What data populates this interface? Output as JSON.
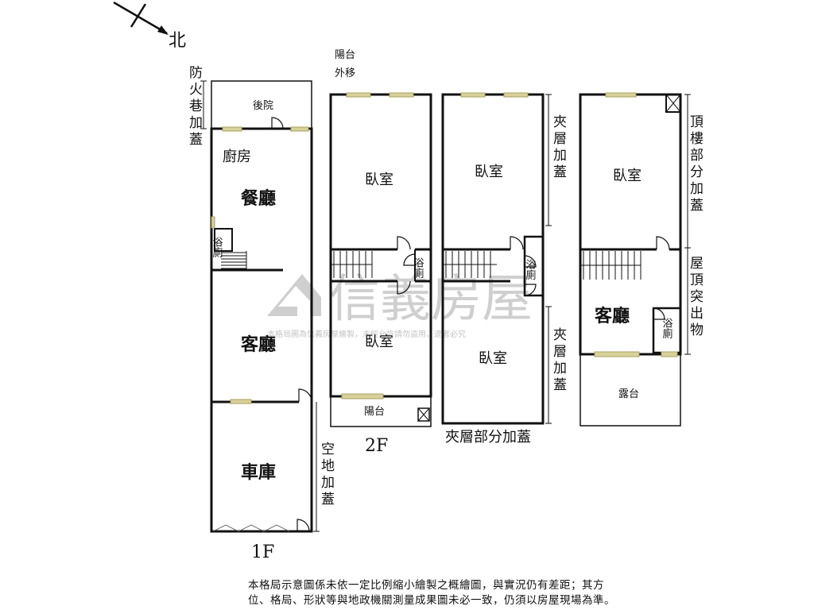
{
  "north": {
    "label": "北"
  },
  "floors": {
    "f1": {
      "title": "1F",
      "rooms": {
        "backyard": "後院",
        "kitchen": "廚房",
        "dining": "餐廳",
        "bath": "浴廁",
        "living": "客廳",
        "garage": "車庫"
      },
      "side_notes": {
        "fire_lane": "防火巷加蓋",
        "open_space": "空地加蓋"
      }
    },
    "f2": {
      "title": "2F",
      "rooms": {
        "bedroom_top": "臥室",
        "bath": "浴廁",
        "bedroom_bottom": "臥室",
        "balcony": "陽台"
      },
      "side_notes": {
        "balcony_moved_line1": "陽台",
        "balcony_moved_line2": "外移"
      }
    },
    "mezzanine": {
      "title": "夾層部分加蓋",
      "rooms": {
        "bedroom_top": "臥室",
        "bath": "浴廁",
        "bedroom_bottom": "臥室"
      },
      "side_notes": {
        "mezz_add_top": "夾層加蓋",
        "mezz_add_bottom": "夾層加蓋"
      }
    },
    "roof": {
      "rooms": {
        "bedroom": "臥室",
        "living": "客廳",
        "bath": "浴廁",
        "terrace": "露台"
      },
      "side_notes": {
        "top_floor_add": "頂樓部分加蓋",
        "roof_protrusion": "屋頂突出物"
      }
    }
  },
  "watermark": {
    "logo": "信義房屋",
    "notice": "本格局圖為信義房屋繪製，未經允許請勿盜用，違者必究"
  },
  "disclaimer": {
    "line1": "本格局示意圖係未依一定比例縮小繪製之概繪圖，與實況仍有差距；其方",
    "line2": "位、格局、形狀等與地政機關測量成果圖未必一致，仍須以房屋現場為準。"
  },
  "colors": {
    "wall": "#111111",
    "window": "#d8d29a",
    "stripe": "#a8a060",
    "watermark": "#cfcfcf"
  }
}
